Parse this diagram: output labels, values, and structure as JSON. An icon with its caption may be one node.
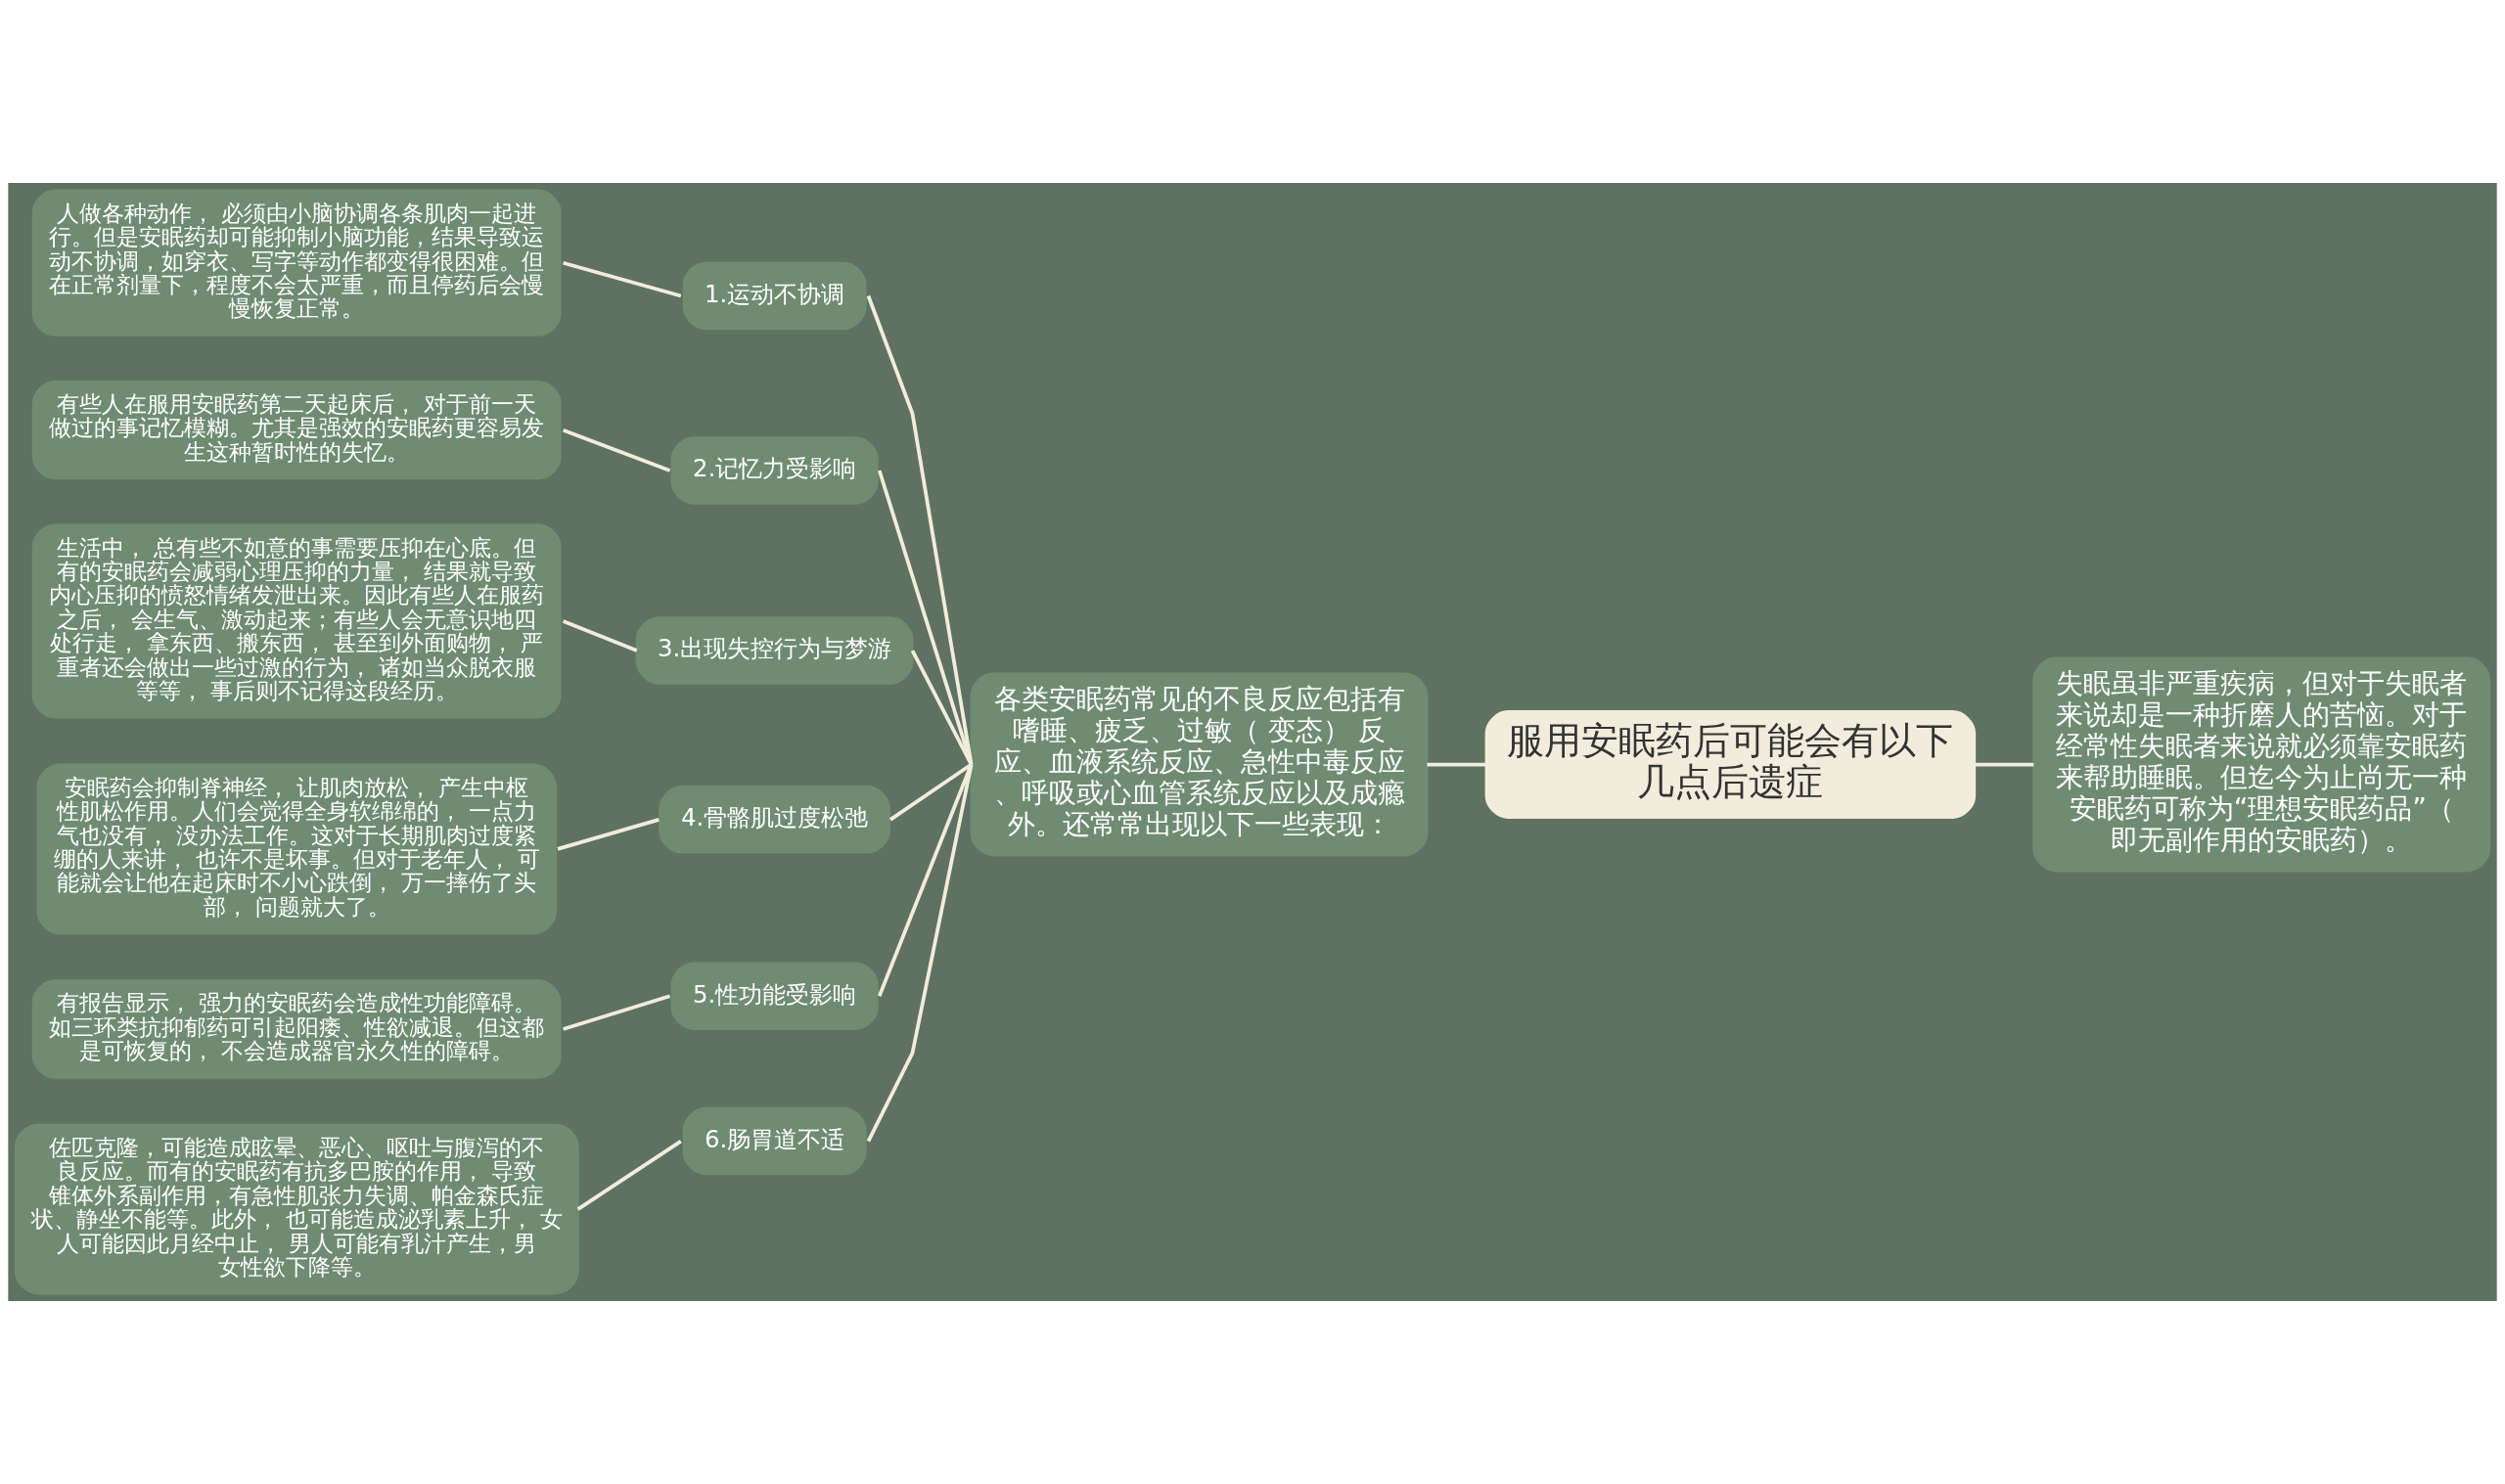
{
  "diagram": {
    "nodes": [
      {
        "text": [
          "服用安眠药后可能会有以下几点后遗症"
        ]
      },
      {
        "text": [
          "失眠虽非严重疾病，但对于失眠者来说却是一种折磨人的苦恼。对于经常性失眠者来说就必须靠安眠药来帮助睡眠。但迄今为止尚无一种安眠药可称为“理想安眠药品”（即无副作用的安眠药）。"
        ]
      },
      {
        "text": [
          "各类安眠药常见的不良反应包括有嗜睡、疲乏、过敏（ 变态） 反应、血液系统反应、急性中毒反应、呼吸或心血管系统反应以及成瘾外。还常常出现以下一些表现："
        ]
      },
      {
        "text": [
          "1.运动不协调"
        ]
      },
      {
        "text": [
          "人做各种动作， 必须由小脑协调各条肌肉一起进行。但是安眠药却可能抑制小脑功能，结果导致运动不协调，如穿衣、写字等动作都变得很困难。但在正常剂量下，程度不会太严重，而且停药后会慢慢恢复正常。"
        ]
      },
      {
        "text": [
          "2.记忆力受影响"
        ]
      },
      {
        "text": [
          "有些人在服用安眠药第二天起床后， 对于前一天做过的事记忆模糊。尤其是强效的安眠药更容易发生这种暂时性的失忆。"
        ]
      },
      {
        "text": [
          "3.出现失控行为与梦游"
        ]
      },
      {
        "text": [
          "生活中， 总有些不如意的事需要压抑在心底。但有的安眠药会减弱心理压抑的力量， 结果就导致内心压抑的愤怒情绪发泄出来。因此有些人在服药之后， 会生气、激动起来；有些人会无意识地四处行走， 拿东西、搬东西， 甚至到外面购物， 严重者还会做出一些过激的行为， 诸如当众脱衣服等等， 事后则不记得这段经历。"
        ]
      },
      {
        "text": [
          "4.骨骼肌过度松弛"
        ]
      },
      {
        "text": [
          "安眠药会抑制脊神经， 让肌肉放松， 产生中枢性肌松作用。人们会觉得全身软绵绵的， 一点力气也没有， 没办法工作。这对于长期肌肉过度紧绷的人来讲， 也许不是坏事。但对于老年人， 可能就会让他在起床时不小心跌倒， 万一摔伤了头部， 问题就大了。"
        ]
      },
      {
        "text": [
          "5.性功能受影响"
        ]
      },
      {
        "text": [
          "有报告显示， 强力的安眠药会造成性功能障碍。如三环类抗抑郁药可引起阳痿、性欲减退。但这都是可恢复的， 不会造成器官永久性的障碍。"
        ]
      },
      {
        "text": [
          "6.肠胃道不适"
        ]
      },
      {
        "text": [
          "佐匹克隆，可能造成眩晕、恶心、呕吐与腹泻的不良反应。而有的安眠药有抗多巴胺的作用， 导致锥体外系副作用，有急性肌张力失调、帕金森氏症状、静坐不能等。此外， 也可能造成泌乳素上升， 女人可能因此月经中止， 男人可能有乳汁产生，男女性欲下降等。"
        ]
      }
    ],
    "edges": [
      {
        "from": 0,
        "to": 1,
        "arrow": "none"
      },
      {
        "from": 0,
        "to": 2,
        "arrow": "none"
      },
      {
        "from": 2,
        "to": 3,
        "arrow": "none"
      },
      {
        "from": 3,
        "to": 4,
        "arrow": "none"
      },
      {
        "from": 2,
        "to": 5,
        "arrow": "none"
      },
      {
        "from": 5,
        "to": 6,
        "arrow": "none"
      },
      {
        "from": 2,
        "to": 7,
        "arrow": "none"
      },
      {
        "from": 7,
        "to": 8,
        "arrow": "none"
      },
      {
        "from": 2,
        "to": 9,
        "arrow": "none"
      },
      {
        "from": 9,
        "to": 10,
        "arrow": "none"
      },
      {
        "from": 2,
        "to": 11,
        "arrow": "none"
      },
      {
        "from": 11,
        "to": 12,
        "arrow": "none"
      },
      {
        "from": 2,
        "to": 13,
        "arrow": "none"
      },
      {
        "from": 13,
        "to": 14,
        "arrow": "none"
      }
    ]
  }
}
